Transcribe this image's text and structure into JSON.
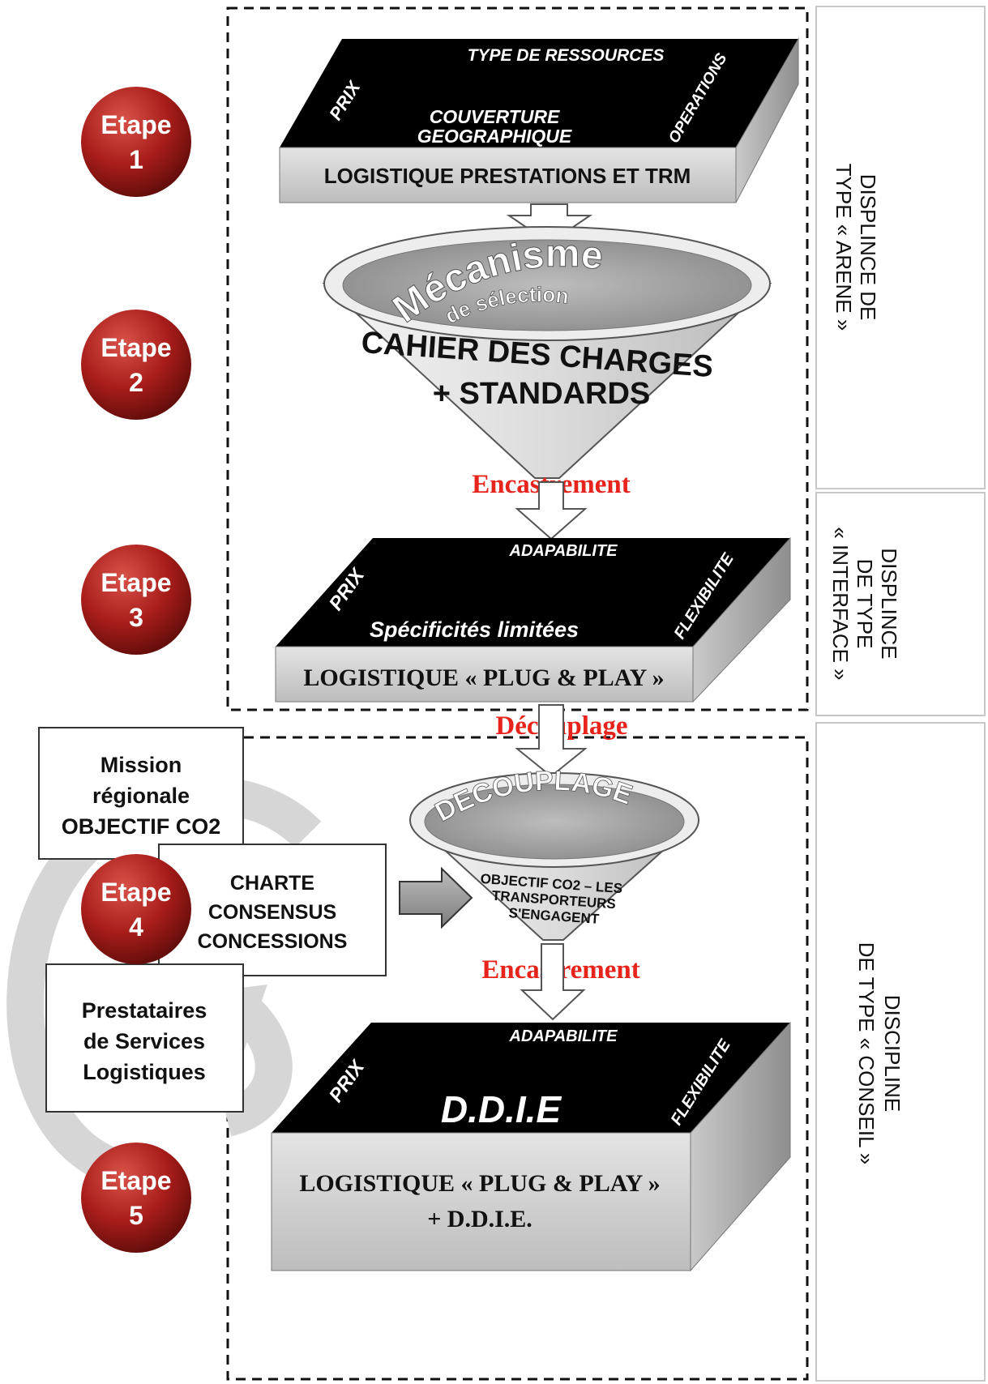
{
  "steps": [
    {
      "label": "Etape",
      "number": "1"
    },
    {
      "label": "Etape",
      "number": "2"
    },
    {
      "label": "Etape",
      "number": "3"
    },
    {
      "label": "Etape",
      "number": "4"
    },
    {
      "label": "Etape",
      "number": "5"
    }
  ],
  "block1": {
    "top_text": "TYPE DE RESSOURCES",
    "left_text": "PRIX",
    "right_text": "OPERATIONS",
    "center_line1": "COUVERTURE",
    "center_line2": "GEOGRAPHIQUE",
    "front_label": "LOGISTIQUE PRESTATIONS ET TRM"
  },
  "funnel1": {
    "rim_title": "Mécanisme",
    "rim_subtitle": "de sélection",
    "body_line1": "CAHIER DES CHARGES",
    "body_line2": "+ STANDARDS"
  },
  "encastrement_1": "Encastrement",
  "block3": {
    "top_text": "ADAPABILITE",
    "left_text": "PRIX",
    "right_text": "FLEXIBILITE",
    "center_text": "Spécificités limitées",
    "front_label": "LOGISTIQUE « PLUG & PLAY »"
  },
  "decouplage_label": "Découplage",
  "funnel2": {
    "rim_title": "DECOUPLAGE",
    "body_line1": "OBJECTIF CO2 – LES",
    "body_line2": "TRANSPORTEURS",
    "body_line3": "S'ENGAGENT"
  },
  "encastrement_2": "Encastrement",
  "block5": {
    "top_text": "ADAPABILITE",
    "left_text": "PRIX",
    "right_text": "FLEXIBILITE",
    "center_text": "D.D.I.E",
    "front_line1": "LOGISTIQUE « PLUG & PLAY »",
    "front_line2": "+ D.D.I.E."
  },
  "mission_box": [
    "Mission",
    "régionale",
    "OBJECTIF CO2"
  ],
  "charte_box": [
    "CHARTE",
    "CONSENSUS",
    "CONCESSIONS"
  ],
  "prestataires_box": [
    "Prestataires",
    "de Services",
    "Logistiques"
  ],
  "side_tabs": [
    {
      "lines": [
        "DISPLINCE DE",
        "TYPE « ARENE »"
      ]
    },
    {
      "lines": [
        "DISPLINCE",
        "DE TYPE",
        "« INTERFACE »"
      ]
    },
    {
      "lines": [
        "DISCIPLINE",
        "DE TYPE « CONSEIL »"
      ]
    }
  ],
  "colors": {
    "etape_red": "#a81d1a",
    "encastrement_red": "#e8231b",
    "block_front": "#d4d4d4",
    "block_top": "#000000"
  }
}
